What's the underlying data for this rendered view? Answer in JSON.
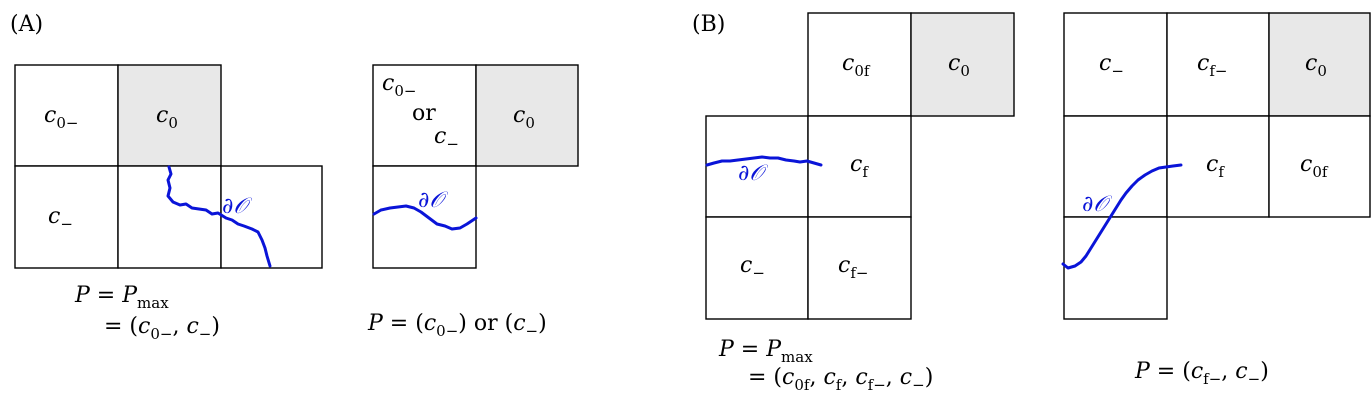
{
  "panels": {
    "A": {
      "label": "(A)"
    },
    "B": {
      "label": "(B)"
    }
  },
  "symbols": {
    "c": "c",
    "sub_0minus": "0−",
    "sub_0": "0",
    "sub_minus": "−",
    "sub_0f": "0f",
    "sub_f": "f",
    "sub_fminus": "f−",
    "or": "or",
    "boundary_main": "∂",
    "boundary_script": "𝒪"
  },
  "captions": {
    "A1_line1": {
      "lhs": "P",
      "eq": " = ",
      "rhs": "P",
      "rhs_sub": "max"
    },
    "A1_line2": "= (c",
    "A1_line2_parts": [
      "= (",
      "c",
      "0−",
      ", ",
      "c",
      "−",
      ")"
    ],
    "A2": [
      "P",
      " = (",
      "c",
      "0−",
      ") or (",
      "c",
      "−",
      ")"
    ],
    "B1_line1": {
      "lhs": "P",
      "eq": " = ",
      "rhs": "P",
      "rhs_sub": "max"
    },
    "B1_line2_parts": [
      "= (",
      "c",
      "0f",
      ", ",
      "c",
      "f",
      ", ",
      "c",
      "f−",
      ", ",
      "c",
      "−",
      ")"
    ],
    "B2": [
      "P",
      " = (",
      "c",
      "f−",
      ", ",
      "c",
      "−",
      ")"
    ]
  },
  "colors": {
    "boundary": "#0a14d8",
    "shaded_cell": "#e8e8e8"
  }
}
